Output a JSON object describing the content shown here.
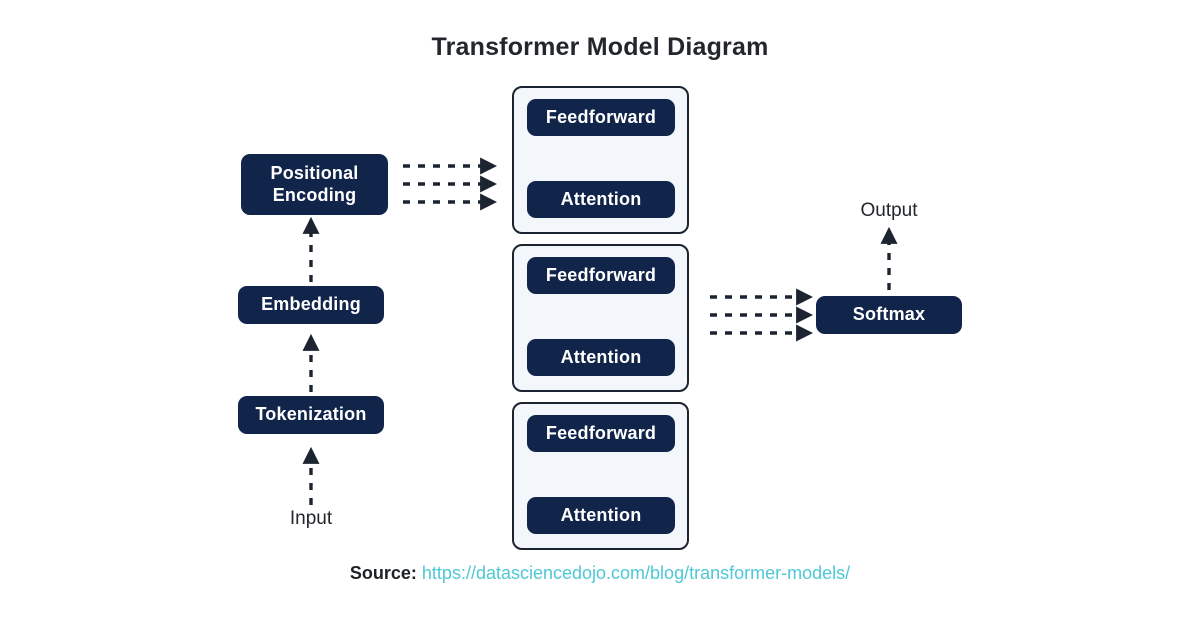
{
  "title": "Transformer Model Diagram",
  "colors": {
    "box_fill": "#11254a",
    "box_text": "#ffffff",
    "block_fill": "#f3f6fb",
    "block_border": "#1b2430",
    "arrow": "#1b2430",
    "title_text": "#23272b",
    "source_label": "#1d2126",
    "source_url": "#4ec8d6",
    "background": "#ffffff"
  },
  "pipeline": {
    "input_label": "Input",
    "output_label": "Output",
    "left_column": [
      {
        "label": "Tokenization"
      },
      {
        "label": "Embedding"
      },
      {
        "label": "Positional\nEncoding",
        "line1": "Positional",
        "line2": "Encoding"
      }
    ],
    "softmax": {
      "label": "Softmax"
    }
  },
  "transformer_blocks": [
    {
      "feedforward": "Feedforward",
      "attention": "Attention"
    },
    {
      "feedforward": "Feedforward",
      "attention": "Attention"
    },
    {
      "feedforward": "Feedforward",
      "attention": "Attention"
    }
  ],
  "source": {
    "label": "Source:",
    "url": "https://datasciencedojo.com/blog/transformer-models/"
  }
}
